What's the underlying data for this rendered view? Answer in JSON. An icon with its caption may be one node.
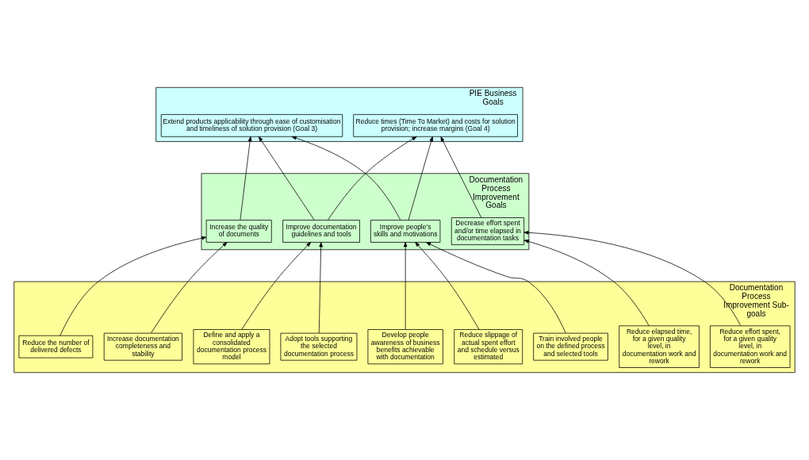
{
  "diagram": {
    "nodes": [
      {
        "text": [
          "PIE Business Goals"
        ]
      },
      {
        "text": [
          "Extend products applicability through ease of customisation and timeliness of solution provision (Goal 3)"
        ],
        "in": 0
      },
      {
        "text": [
          "Reduce times (Time To Market) and costs for solution provision; increase margins (Goal 4)"
        ],
        "in": 0
      },
      {
        "text": [
          "Documentation Process Improvement Goals"
        ]
      },
      {
        "text": [
          "Improve people’s skills and motivations"
        ],
        "in": 3
      },
      {
        "text": [
          "Improve documentation guidelines and tools"
        ],
        "in": 3
      },
      {
        "text": [
          "Increase the quality of documents"
        ],
        "in": 3
      },
      {
        "text": [
          "Decrease effort spent and/or time elapsed in documentation tasks"
        ],
        "in": 3
      },
      {
        "text": [
          "Documentation Process Improvement Sub-goals"
        ]
      },
      {
        "text": [
          "Train involved people on the defined process and selected tools"
        ],
        "in": 8
      },
      {
        "text": [
          "Develop people awareness of business benefits achievable with documentation"
        ],
        "in": 8
      },
      {
        "text": [
          "Reduce slippage of actual spent effort and schedule versus estimated"
        ],
        "in": 8
      },
      {
        "text": [
          "Define and apply a consolidated documentation process model"
        ],
        "in": 8
      },
      {
        "text": [
          "Adopt tools supporting the selected documentation process"
        ],
        "in": 8
      },
      {
        "text": [
          "Increase documentation completeness and stability"
        ],
        "in": 8
      },
      {
        "text": [
          "Reduce the number of delivered defects"
        ],
        "in": 8
      },
      {
        "text": [
          "Reduce effort spent, for a given quality level, in documentation work and rework"
        ],
        "in": 8
      },
      {
        "text": [
          "Reduce elapsed time, for a given quality level, in documentation work and rework"
        ],
        "in": 8
      }
    ],
    "edges": [
      {
        "from": 4,
        "to": 1,
        "arrow": "to"
      },
      {
        "from": 4,
        "to": 2,
        "arrow": "to"
      },
      {
        "from": 5,
        "to": 1,
        "arrow": "to"
      },
      {
        "from": 5,
        "to": 2,
        "arrow": "to"
      },
      {
        "from": 6,
        "to": 1,
        "arrow": "to"
      },
      {
        "from": 7,
        "to": 2,
        "arrow": "to"
      },
      {
        "from": 9,
        "to": 4,
        "arrow": "to"
      },
      {
        "from": 10,
        "to": 4,
        "arrow": "to"
      },
      {
        "from": 11,
        "to": 4,
        "arrow": "to"
      },
      {
        "from": 12,
        "to": 5,
        "arrow": "to"
      },
      {
        "from": 13,
        "to": 5,
        "arrow": "to"
      },
      {
        "from": 14,
        "to": 6,
        "arrow": "to"
      },
      {
        "from": 15,
        "to": 6,
        "arrow": "to"
      },
      {
        "from": 16,
        "to": 7,
        "arrow": "to"
      },
      {
        "from": 17,
        "to": 7,
        "arrow": "to"
      }
    ]
  }
}
